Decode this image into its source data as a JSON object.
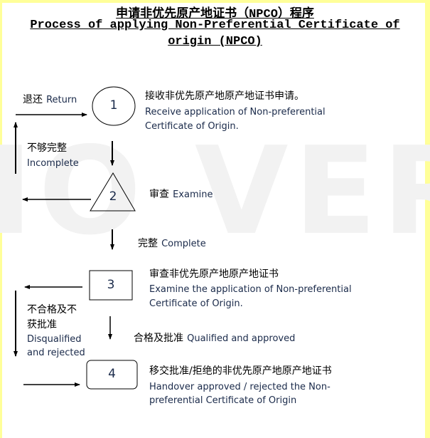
{
  "title": {
    "zh": "申请非优先原产地证书（NPCO）程序",
    "en_line1": "Process of applying Non-Preferential Certificate of",
    "en_line2": "origin (NPCO)"
  },
  "watermark": "IO VERS",
  "steps": [
    {
      "number": "1",
      "shape": "ellipse",
      "zh": "接收非优先原产地原产地证书申请。",
      "en_line1": "Receive application of Non-preferential",
      "en_line2": "Certificate of Origin."
    },
    {
      "number": "2",
      "shape": "triangle",
      "zh": "审查",
      "en": "Examine"
    },
    {
      "number": "3",
      "shape": "rectangle",
      "zh": "审查非优先原产地原产地证书",
      "en_line1": "Examine the application of Non-preferential",
      "en_line2": "Certificate of Origin."
    },
    {
      "number": "4",
      "shape": "rounded-rectangle",
      "zh": "移交批准/拒绝的非优先原产地原产地证书",
      "en_line1": "Handover approved / rejected the Non-",
      "en_line2": "preferential Certificate of Origin"
    }
  ],
  "labels": {
    "return": {
      "zh": "退还",
      "en": "Return"
    },
    "incomplete": {
      "zh": "不够完整",
      "en": "Incomplete"
    },
    "complete": {
      "zh": "完整",
      "en": "Complete"
    },
    "disqualified": {
      "zh_line1": "不合格及不",
      "zh_line2": "获批准",
      "en_line1": "Disqualified",
      "en_line2": "and rejected"
    },
    "qualified": {
      "zh": "合格及批准",
      "en": "Qualified and approved"
    }
  },
  "colors": {
    "border": "#ffff99",
    "watermark": "#f2f2f2",
    "text": "#000000",
    "en_text": "#1a2a4a"
  }
}
